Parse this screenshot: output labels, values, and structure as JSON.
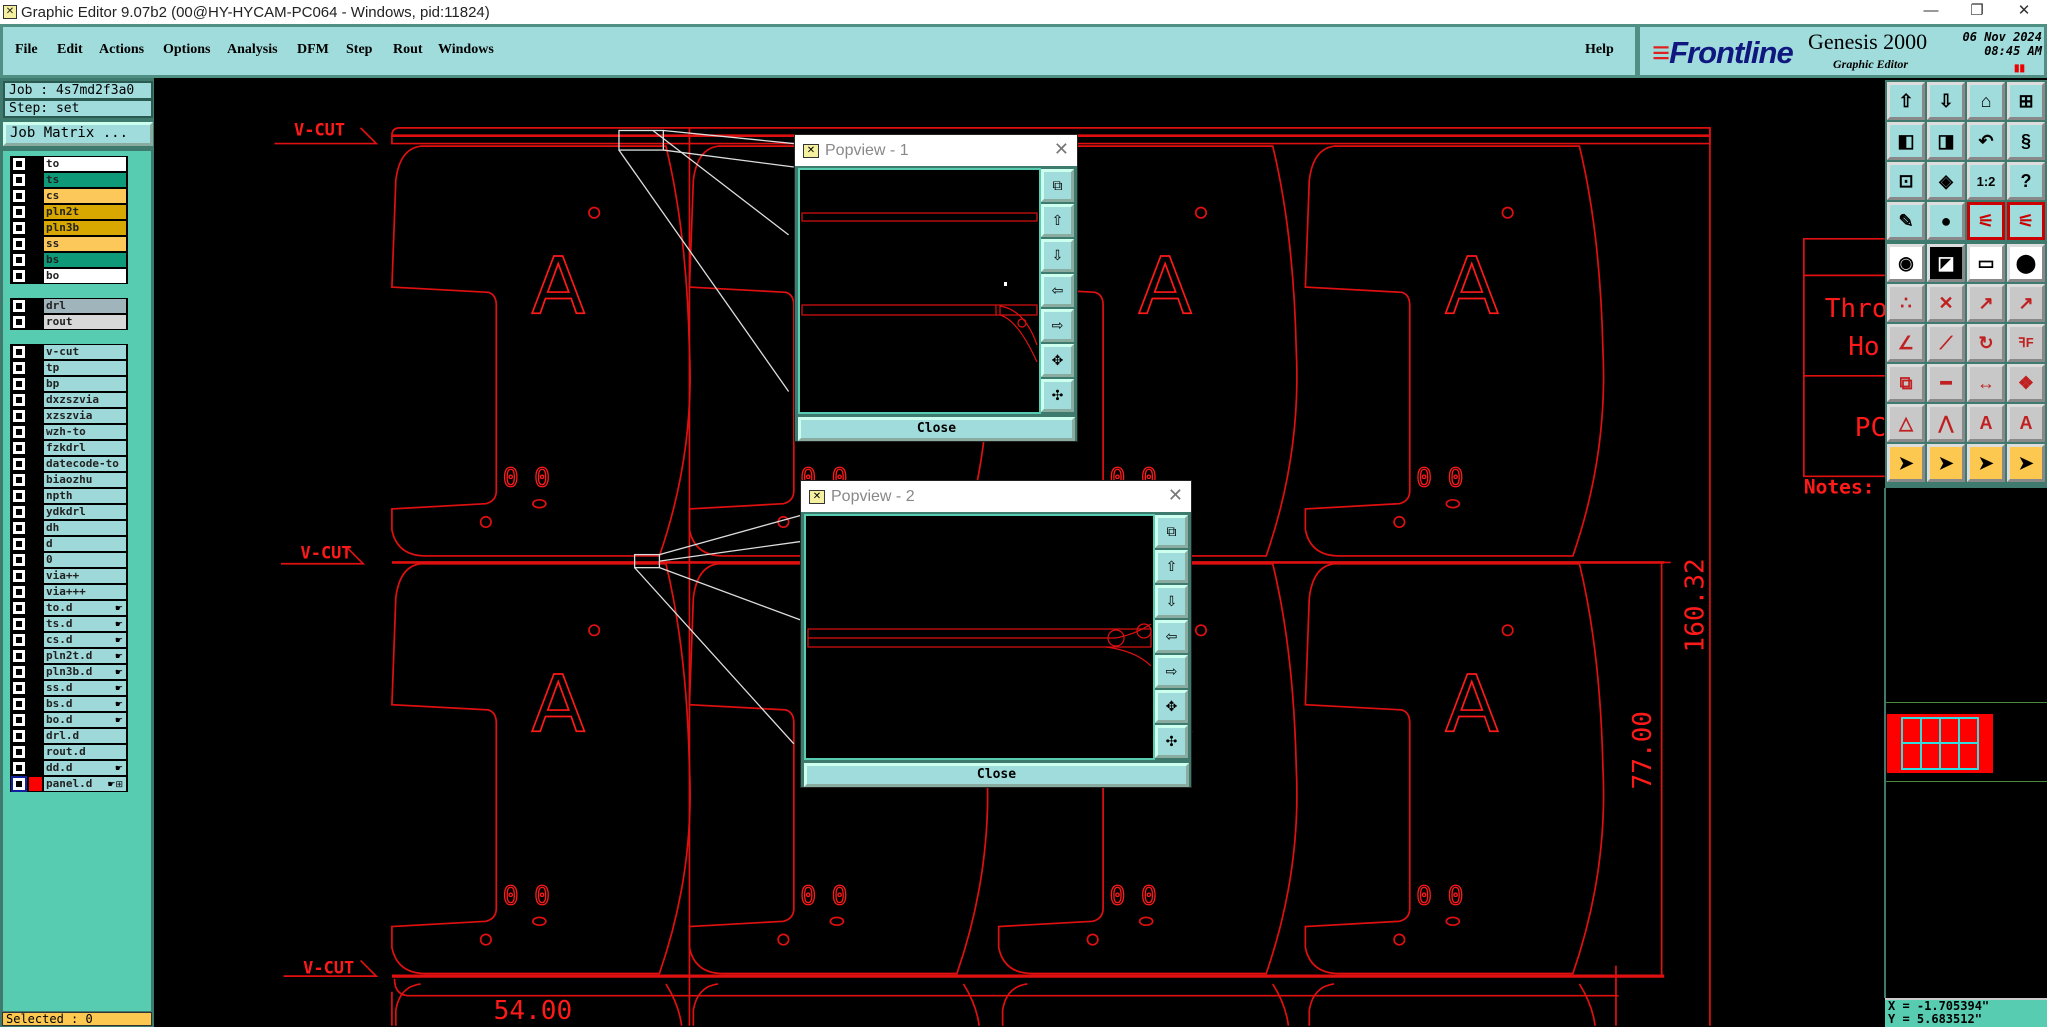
{
  "window": {
    "title": "Graphic Editor 9.07b2 (00@HY-HYCAM-PC064 - Windows, pid:11824)",
    "minimize": "—",
    "restore": "❐",
    "close": "✕"
  },
  "menu": [
    "File",
    "Edit",
    "Actions",
    "Options",
    "Analysis",
    "DFM",
    "Step",
    "Rout",
    "Windows"
  ],
  "help": "Help",
  "brand": {
    "logo": "Frontline",
    "product": "Genesis 2000",
    "subtitle": "Graphic Editor",
    "date": "06 Nov 2024",
    "time": "08:45 AM",
    "pause": "▮▮"
  },
  "job": {
    "job_label": "Job : 4s7md2f3a0",
    "step_label": "Step: set",
    "matrix_button": "Job Matrix ..."
  },
  "layers": [
    {
      "name": "to",
      "color": "#ffffff",
      "group": 1
    },
    {
      "name": "ts",
      "color": "#0e9a78",
      "group": 1
    },
    {
      "name": "cs",
      "color": "#fcc85a",
      "group": 1
    },
    {
      "name": "pln2t",
      "color": "#d8a800",
      "group": 1
    },
    {
      "name": "pln3b",
      "color": "#d8a800",
      "group": 1
    },
    {
      "name": "ss",
      "color": "#fcc85a",
      "group": 1
    },
    {
      "name": "bs",
      "color": "#0e9a78",
      "group": 1
    },
    {
      "name": "bo",
      "color": "#ffffff",
      "group": 1
    },
    {
      "name": "drl",
      "color": "#a0b4bc",
      "group": 2
    },
    {
      "name": "rout",
      "color": "#d8d8d8",
      "group": 2
    },
    {
      "name": "v-cut",
      "color": "#9ed8d8",
      "group": 3
    },
    {
      "name": "tp",
      "color": "#9ed8d8",
      "group": 3
    },
    {
      "name": "bp",
      "color": "#9ed8d8",
      "group": 3
    },
    {
      "name": "dxzszvia",
      "color": "#9ed8d8",
      "group": 3
    },
    {
      "name": "xzszvia",
      "color": "#9ed8d8",
      "group": 3
    },
    {
      "name": "wzh-to",
      "color": "#9ed8d8",
      "group": 3
    },
    {
      "name": "fzkdrl",
      "color": "#9ed8d8",
      "group": 3
    },
    {
      "name": "datecode-to",
      "color": "#9ed8d8",
      "group": 3
    },
    {
      "name": "biaozhu",
      "color": "#9ed8d8",
      "group": 3
    },
    {
      "name": "npth",
      "color": "#9ed8d8",
      "group": 3
    },
    {
      "name": "ydkdrl",
      "color": "#9ed8d8",
      "group": 3
    },
    {
      "name": "dh",
      "color": "#9ed8d8",
      "group": 3
    },
    {
      "name": "d",
      "color": "#9ed8d8",
      "group": 3
    },
    {
      "name": "0",
      "color": "#9ed8d8",
      "group": 3
    },
    {
      "name": "via++",
      "color": "#9ed8d8",
      "group": 3
    },
    {
      "name": "via+++",
      "color": "#9ed8d8",
      "group": 3
    },
    {
      "name": "to.d",
      "color": "#9ed8d8",
      "group": 3,
      "icon": "☛"
    },
    {
      "name": "ts.d",
      "color": "#9ed8d8",
      "group": 3,
      "icon": "☛"
    },
    {
      "name": "cs.d",
      "color": "#9ed8d8",
      "group": 3,
      "icon": "☛"
    },
    {
      "name": "pln2t.d",
      "color": "#9ed8d8",
      "group": 3,
      "icon": "☛"
    },
    {
      "name": "pln3b.d",
      "color": "#9ed8d8",
      "group": 3,
      "icon": "☛"
    },
    {
      "name": "ss.d",
      "color": "#9ed8d8",
      "group": 3,
      "icon": "☛"
    },
    {
      "name": "bs.d",
      "color": "#9ed8d8",
      "group": 3,
      "icon": "☛"
    },
    {
      "name": "bo.d",
      "color": "#9ed8d8",
      "group": 3,
      "icon": "☛"
    },
    {
      "name": "drl.d",
      "color": "#9ed8d8",
      "group": 3
    },
    {
      "name": "rout.d",
      "color": "#9ed8d8",
      "group": 3
    },
    {
      "name": "dd.d",
      "color": "#9ed8d8",
      "group": 3,
      "icon": "☛"
    },
    {
      "name": "panel.d",
      "color": "#9ed8d8",
      "group": 3,
      "icon": "☛⊞",
      "active": true,
      "display_color": "#ff0000"
    }
  ],
  "status": {
    "selected": "Selected : 0"
  },
  "coords": {
    "x": "X = -1.705394\"",
    "y": "Y = 5.683512\""
  },
  "toolbar": [
    {
      "icon": "open-icon",
      "glyph": "⇧",
      "style": "cyan"
    },
    {
      "icon": "save-icon",
      "glyph": "⇩",
      "style": "cyan"
    },
    {
      "icon": "home-icon",
      "glyph": "⌂",
      "style": "cyan"
    },
    {
      "icon": "grid-xy-icon",
      "glyph": "⊞",
      "style": "cyan"
    },
    {
      "icon": "pan-left-icon",
      "glyph": "◧",
      "style": "cyan"
    },
    {
      "icon": "pan-right-icon",
      "glyph": "◨",
      "style": "cyan"
    },
    {
      "icon": "undo-zoom-icon",
      "glyph": "↶",
      "style": "cyan"
    },
    {
      "icon": "snake-icon",
      "glyph": "§",
      "style": "cyan"
    },
    {
      "icon": "zoom-out-icon",
      "glyph": "⊡",
      "style": "cyan"
    },
    {
      "icon": "zoom-in-icon",
      "glyph": "◈",
      "style": "cyan"
    },
    {
      "icon": "scale-1-2-icon",
      "glyph": "1:2",
      "style": "cyan"
    },
    {
      "icon": "help-icon",
      "glyph": "?",
      "style": "cyan"
    },
    {
      "icon": "tools-icon",
      "glyph": "✎",
      "style": "cyan"
    },
    {
      "icon": "pad-icon",
      "glyph": "●",
      "style": "cyan"
    },
    {
      "icon": "net-traffic-icon",
      "glyph": "⚟",
      "style": "red"
    },
    {
      "icon": "drc-traffic-icon",
      "glyph": "⚟",
      "style": "red"
    },
    {
      "icon": "add-pad-icon",
      "glyph": "◉",
      "style": "white"
    },
    {
      "icon": "add-line-icon",
      "glyph": "◪",
      "style": "black"
    },
    {
      "icon": "ruler-icon",
      "glyph": "▭",
      "style": "white"
    },
    {
      "icon": "add-surface-icon",
      "glyph": "⬤",
      "style": "white"
    },
    {
      "icon": "connect-icon",
      "glyph": "∴",
      "style": "gray"
    },
    {
      "icon": "delete-icon",
      "glyph": "✕",
      "style": "gray"
    },
    {
      "icon": "move-icon",
      "glyph": "↗",
      "style": "gray"
    },
    {
      "icon": "copy-icon",
      "glyph": "↗",
      "style": "gray"
    },
    {
      "icon": "angle-icon",
      "glyph": "∠",
      "style": "gray"
    },
    {
      "icon": "line-icon",
      "glyph": "⟋",
      "style": "gray"
    },
    {
      "icon": "rotate-icon",
      "glyph": "↻",
      "style": "gray"
    },
    {
      "icon": "mirror-icon",
      "glyph": "ꟻF",
      "style": "gray"
    },
    {
      "icon": "resize-icon",
      "glyph": "⧉",
      "style": "gray"
    },
    {
      "icon": "split-icon",
      "glyph": "━",
      "style": "gray"
    },
    {
      "icon": "measure-icon",
      "glyph": "↔",
      "style": "gray"
    },
    {
      "icon": "contour-icon",
      "glyph": "❖",
      "style": "gray"
    },
    {
      "icon": "arc-icon",
      "glyph": "△",
      "style": "gray"
    },
    {
      "icon": "arc-up-icon",
      "glyph": "⋀",
      "style": "gray"
    },
    {
      "icon": "a-icon",
      "glyph": "A",
      "style": "gray"
    },
    {
      "icon": "a-cross-icon",
      "glyph": "A",
      "style": "gray"
    },
    {
      "icon": "select-icon",
      "glyph": "➤",
      "style": "orange"
    },
    {
      "icon": "select-box-icon",
      "glyph": "➤",
      "style": "orange"
    },
    {
      "icon": "select-poly-icon",
      "glyph": "➤",
      "style": "orange"
    },
    {
      "icon": "select-net-icon",
      "glyph": "➤",
      "style": "orange"
    }
  ],
  "canvas": {
    "vcut_label": "V-CUT",
    "unit_letter": "A",
    "unit_marks": "0 0",
    "dim_total": "160.32",
    "dim_unit": "77.00",
    "dim_bottom": "54.00",
    "titleblock": [
      "Thro",
      "Ho",
      "PC"
    ],
    "notes": "Notes:"
  },
  "popviews": [
    {
      "title": "Popview - 1",
      "close": "Close"
    },
    {
      "title": "Popview - 2",
      "close": "Close"
    }
  ],
  "popview_buttons": [
    "zoom-home-icon",
    "pan-up-icon",
    "pan-down-icon",
    "pan-left-icon",
    "pan-right-icon",
    "zoom-in-icon",
    "zoom-out-icon"
  ],
  "popview_glyphs": [
    "⧉",
    "⇧",
    "⇩",
    "⇦",
    "⇨",
    "✥",
    "✣"
  ]
}
